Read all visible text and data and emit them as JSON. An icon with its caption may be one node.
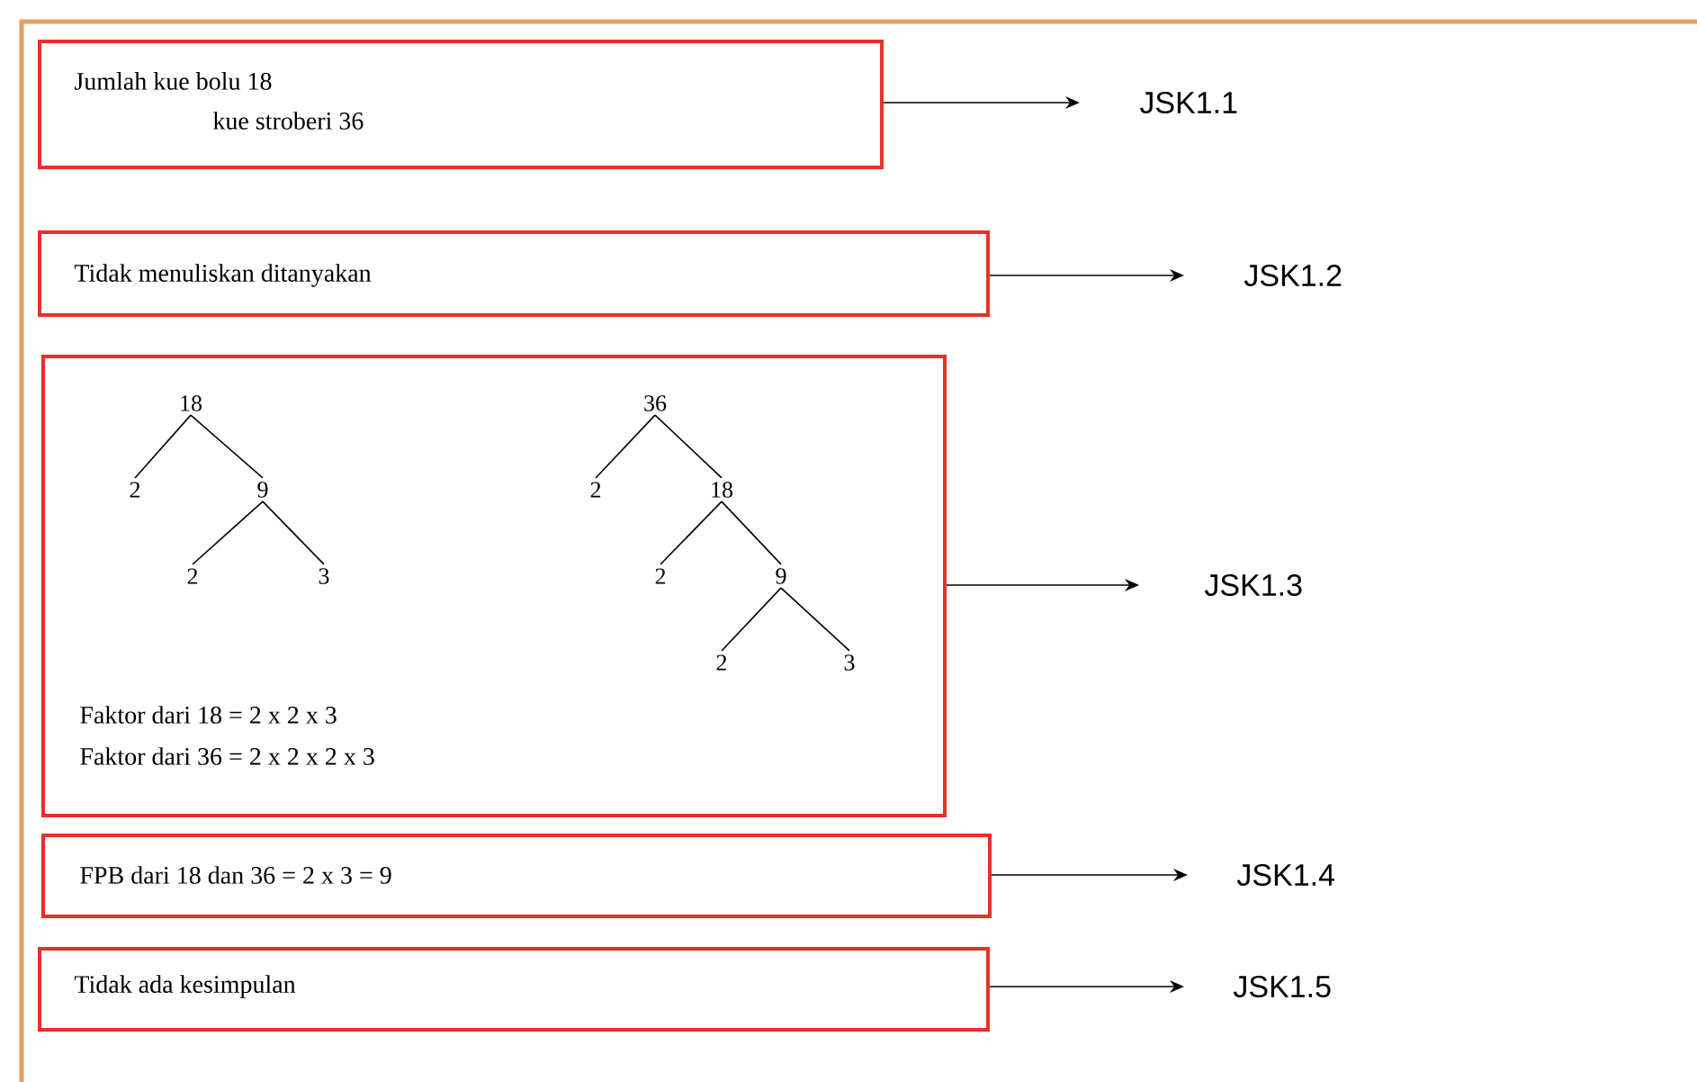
{
  "diagram": {
    "nodes": [
      {
        "text": [
          "Jumlah kue bolu 18",
          "kue stroberi 36"
        ]
      },
      {
        "text": [
          "JSK1.1"
        ]
      },
      {
        "text": [
          "Tidak menuliskan ditanyakan"
        ]
      },
      {
        "text": [
          "JSK1.2"
        ]
      },
      {
        "text": [
          "Faktor dari 18 = 2 x 2 x 3",
          "Faktor dari 36 = 2 x 2 x 2 x 3"
        ]
      },
      {
        "text": [
          "18"
        ],
        "in": 4
      },
      {
        "text": [
          "2"
        ],
        "in": 4
      },
      {
        "text": [
          "9"
        ],
        "in": 4
      },
      {
        "text": [
          "2"
        ],
        "in": 4
      },
      {
        "text": [
          "3"
        ],
        "in": 4
      },
      {
        "text": [
          "36"
        ],
        "in": 4
      },
      {
        "text": [
          "2"
        ],
        "in": 4
      },
      {
        "text": [
          "18"
        ],
        "in": 4
      },
      {
        "text": [
          "2"
        ],
        "in": 4
      },
      {
        "text": [
          "9"
        ],
        "in": 4
      },
      {
        "text": [
          "2"
        ],
        "in": 4
      },
      {
        "text": [
          "3"
        ],
        "in": 4
      },
      {
        "text": [
          "JSK1.3"
        ]
      },
      {
        "text": [
          "FPB dari 18 dan 36 = 2 x 3 = 9"
        ]
      },
      {
        "text": [
          "JSK1.4"
        ]
      },
      {
        "text": [
          "Tidak ada kesimpulan"
        ]
      },
      {
        "text": [
          "JSK1.5"
        ]
      }
    ],
    "edges": [
      {
        "from": 0,
        "to": 1,
        "arrow": "to"
      },
      {
        "from": 2,
        "to": 3,
        "arrow": "to"
      },
      {
        "from": 5,
        "to": 6,
        "arrow": "none"
      },
      {
        "from": 5,
        "to": 7,
        "arrow": "none"
      },
      {
        "from": 7,
        "to": 8,
        "arrow": "none"
      },
      {
        "from": 7,
        "to": 9,
        "arrow": "none"
      },
      {
        "from": 10,
        "to": 11,
        "arrow": "none"
      },
      {
        "from": 10,
        "to": 12,
        "arrow": "none"
      },
      {
        "from": 12,
        "to": 13,
        "arrow": "none"
      },
      {
        "from": 12,
        "to": 14,
        "arrow": "none"
      },
      {
        "from": 14,
        "to": 15,
        "arrow": "none"
      },
      {
        "from": 14,
        "to": 16,
        "arrow": "none"
      },
      {
        "from": 4,
        "to": 17,
        "arrow": "to"
      },
      {
        "from": 18,
        "to": 19,
        "arrow": "to"
      },
      {
        "from": 20,
        "to": 21,
        "arrow": "to"
      }
    ]
  }
}
